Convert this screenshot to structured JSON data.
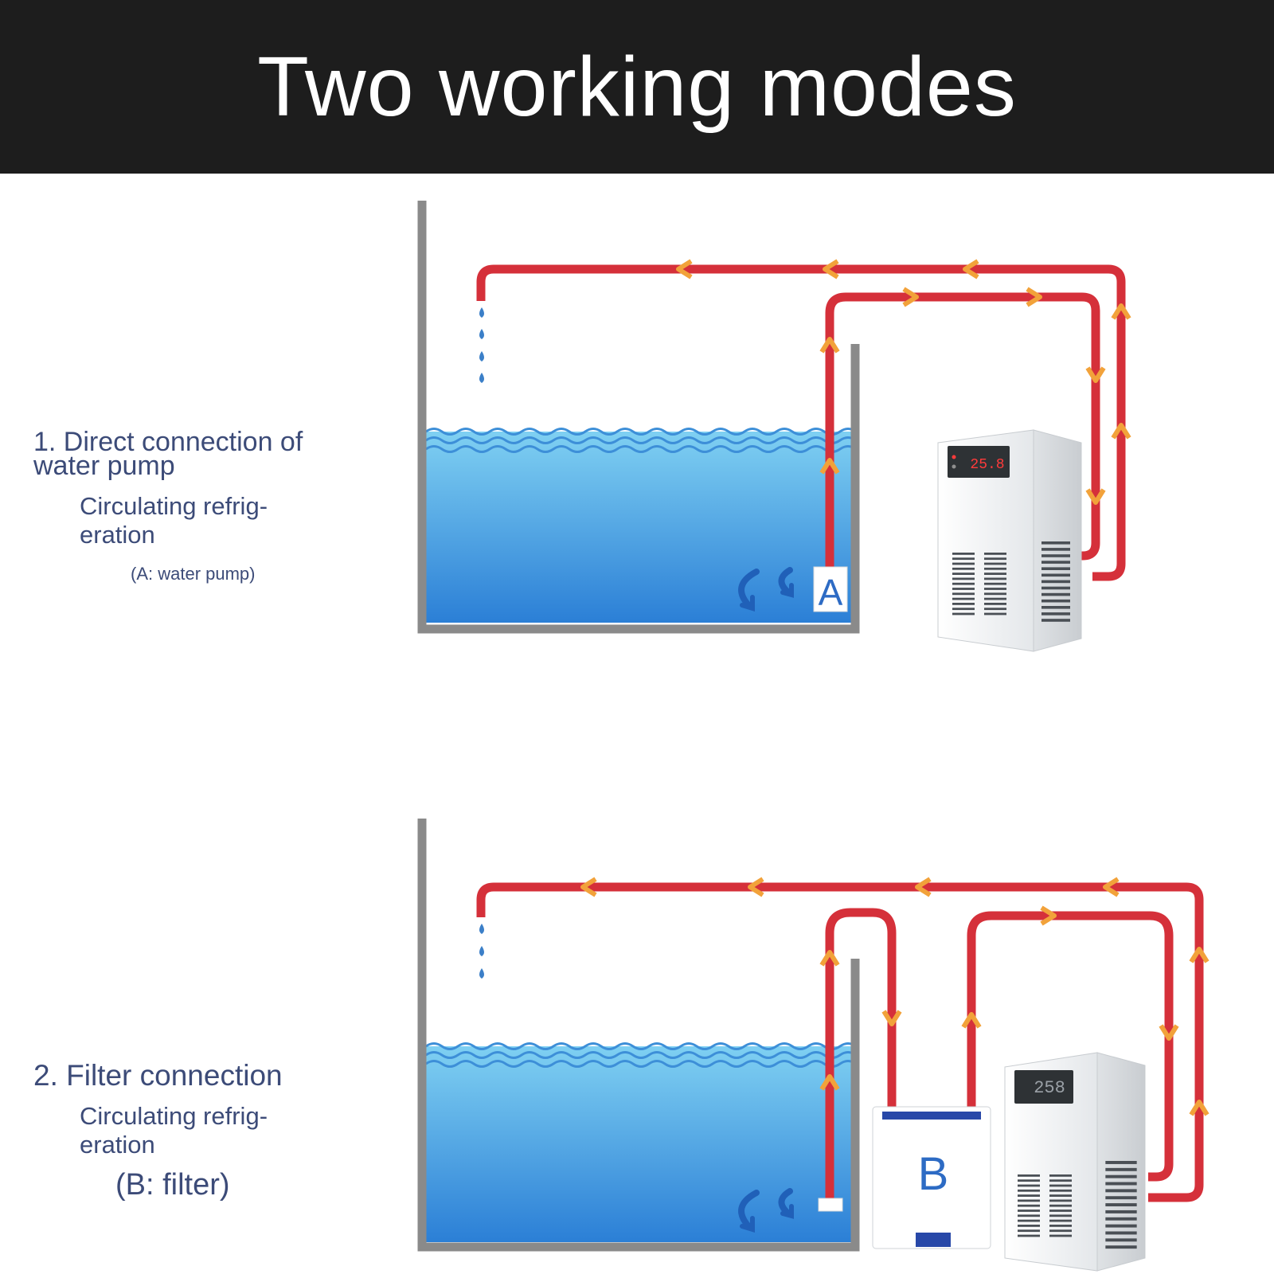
{
  "title": "Two working modes",
  "modes": [
    {
      "title_line1": "1. Direct connection of",
      "title_line2": "water pump",
      "sub_line1": "Circulating refrig-",
      "sub_line2": "eration",
      "note": "(A: water pump)",
      "device_letter": "A",
      "display": "25.8"
    },
    {
      "title": "2. Filter connection",
      "sub_line1": "Circulating refrig-",
      "sub_line2": "eration",
      "note": "(B: filter)",
      "device_letter": "B",
      "display": "258"
    }
  ],
  "colors": {
    "header_bg": "#1d1d1d",
    "pipe": "#d5303a",
    "arrow": "#f2a23a",
    "water_top": "#7fd0f2",
    "water_bottom": "#2b7fd6",
    "tank_wall": "#8a8a8a",
    "text": "#3c4b78",
    "drop": "#3b7fc8"
  },
  "icons": [
    "water-drop-icon",
    "flow-arrow-icon",
    "swirl-arrow-icon",
    "chiller-unit-icon",
    "filter-box-icon"
  ]
}
